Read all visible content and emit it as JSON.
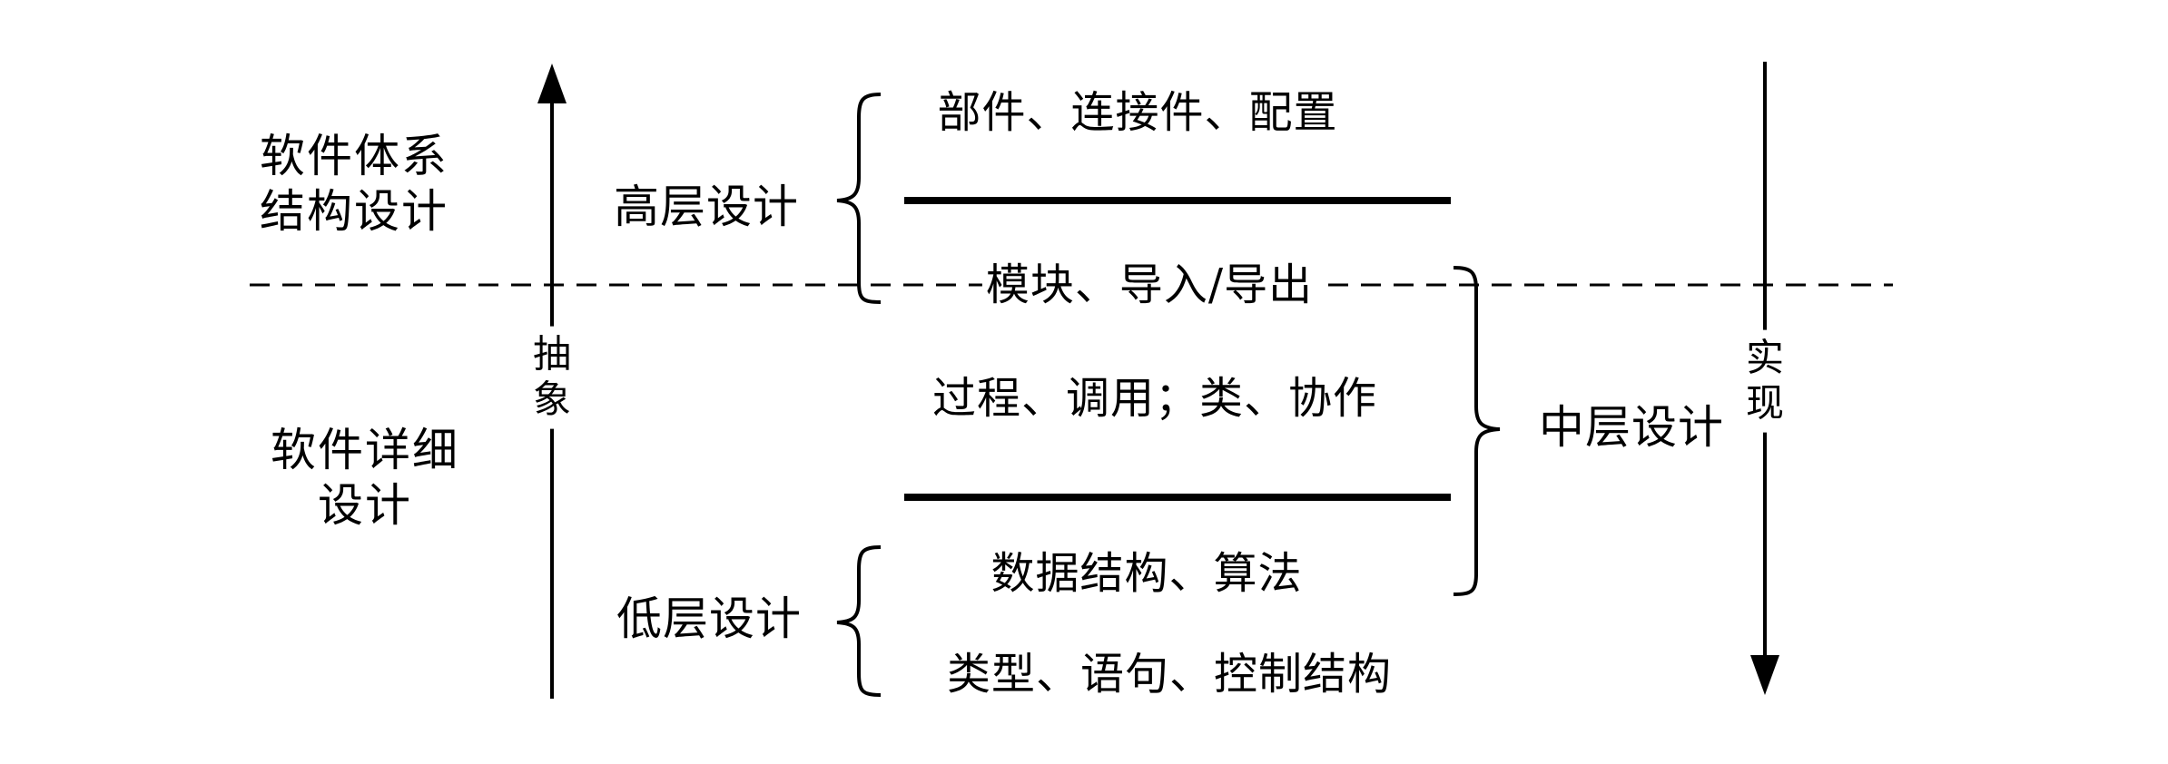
{
  "left_labels": {
    "architecture": [
      "软件体系",
      "结构设计"
    ],
    "detailed": [
      "软件详细",
      "设计"
    ]
  },
  "axes": {
    "abstraction": [
      "抽",
      "象"
    ],
    "implementation": [
      "实",
      "现"
    ]
  },
  "levels": {
    "high": "高层设计",
    "middle": "中层设计",
    "low": "低层设计"
  },
  "items": {
    "components": "部件、连接件、配置",
    "modules": "模块、导入/导出",
    "procedures": "过程、调用；类、协作",
    "data_structures": "数据结构、算法",
    "types": "类型、语句、控制结构"
  }
}
